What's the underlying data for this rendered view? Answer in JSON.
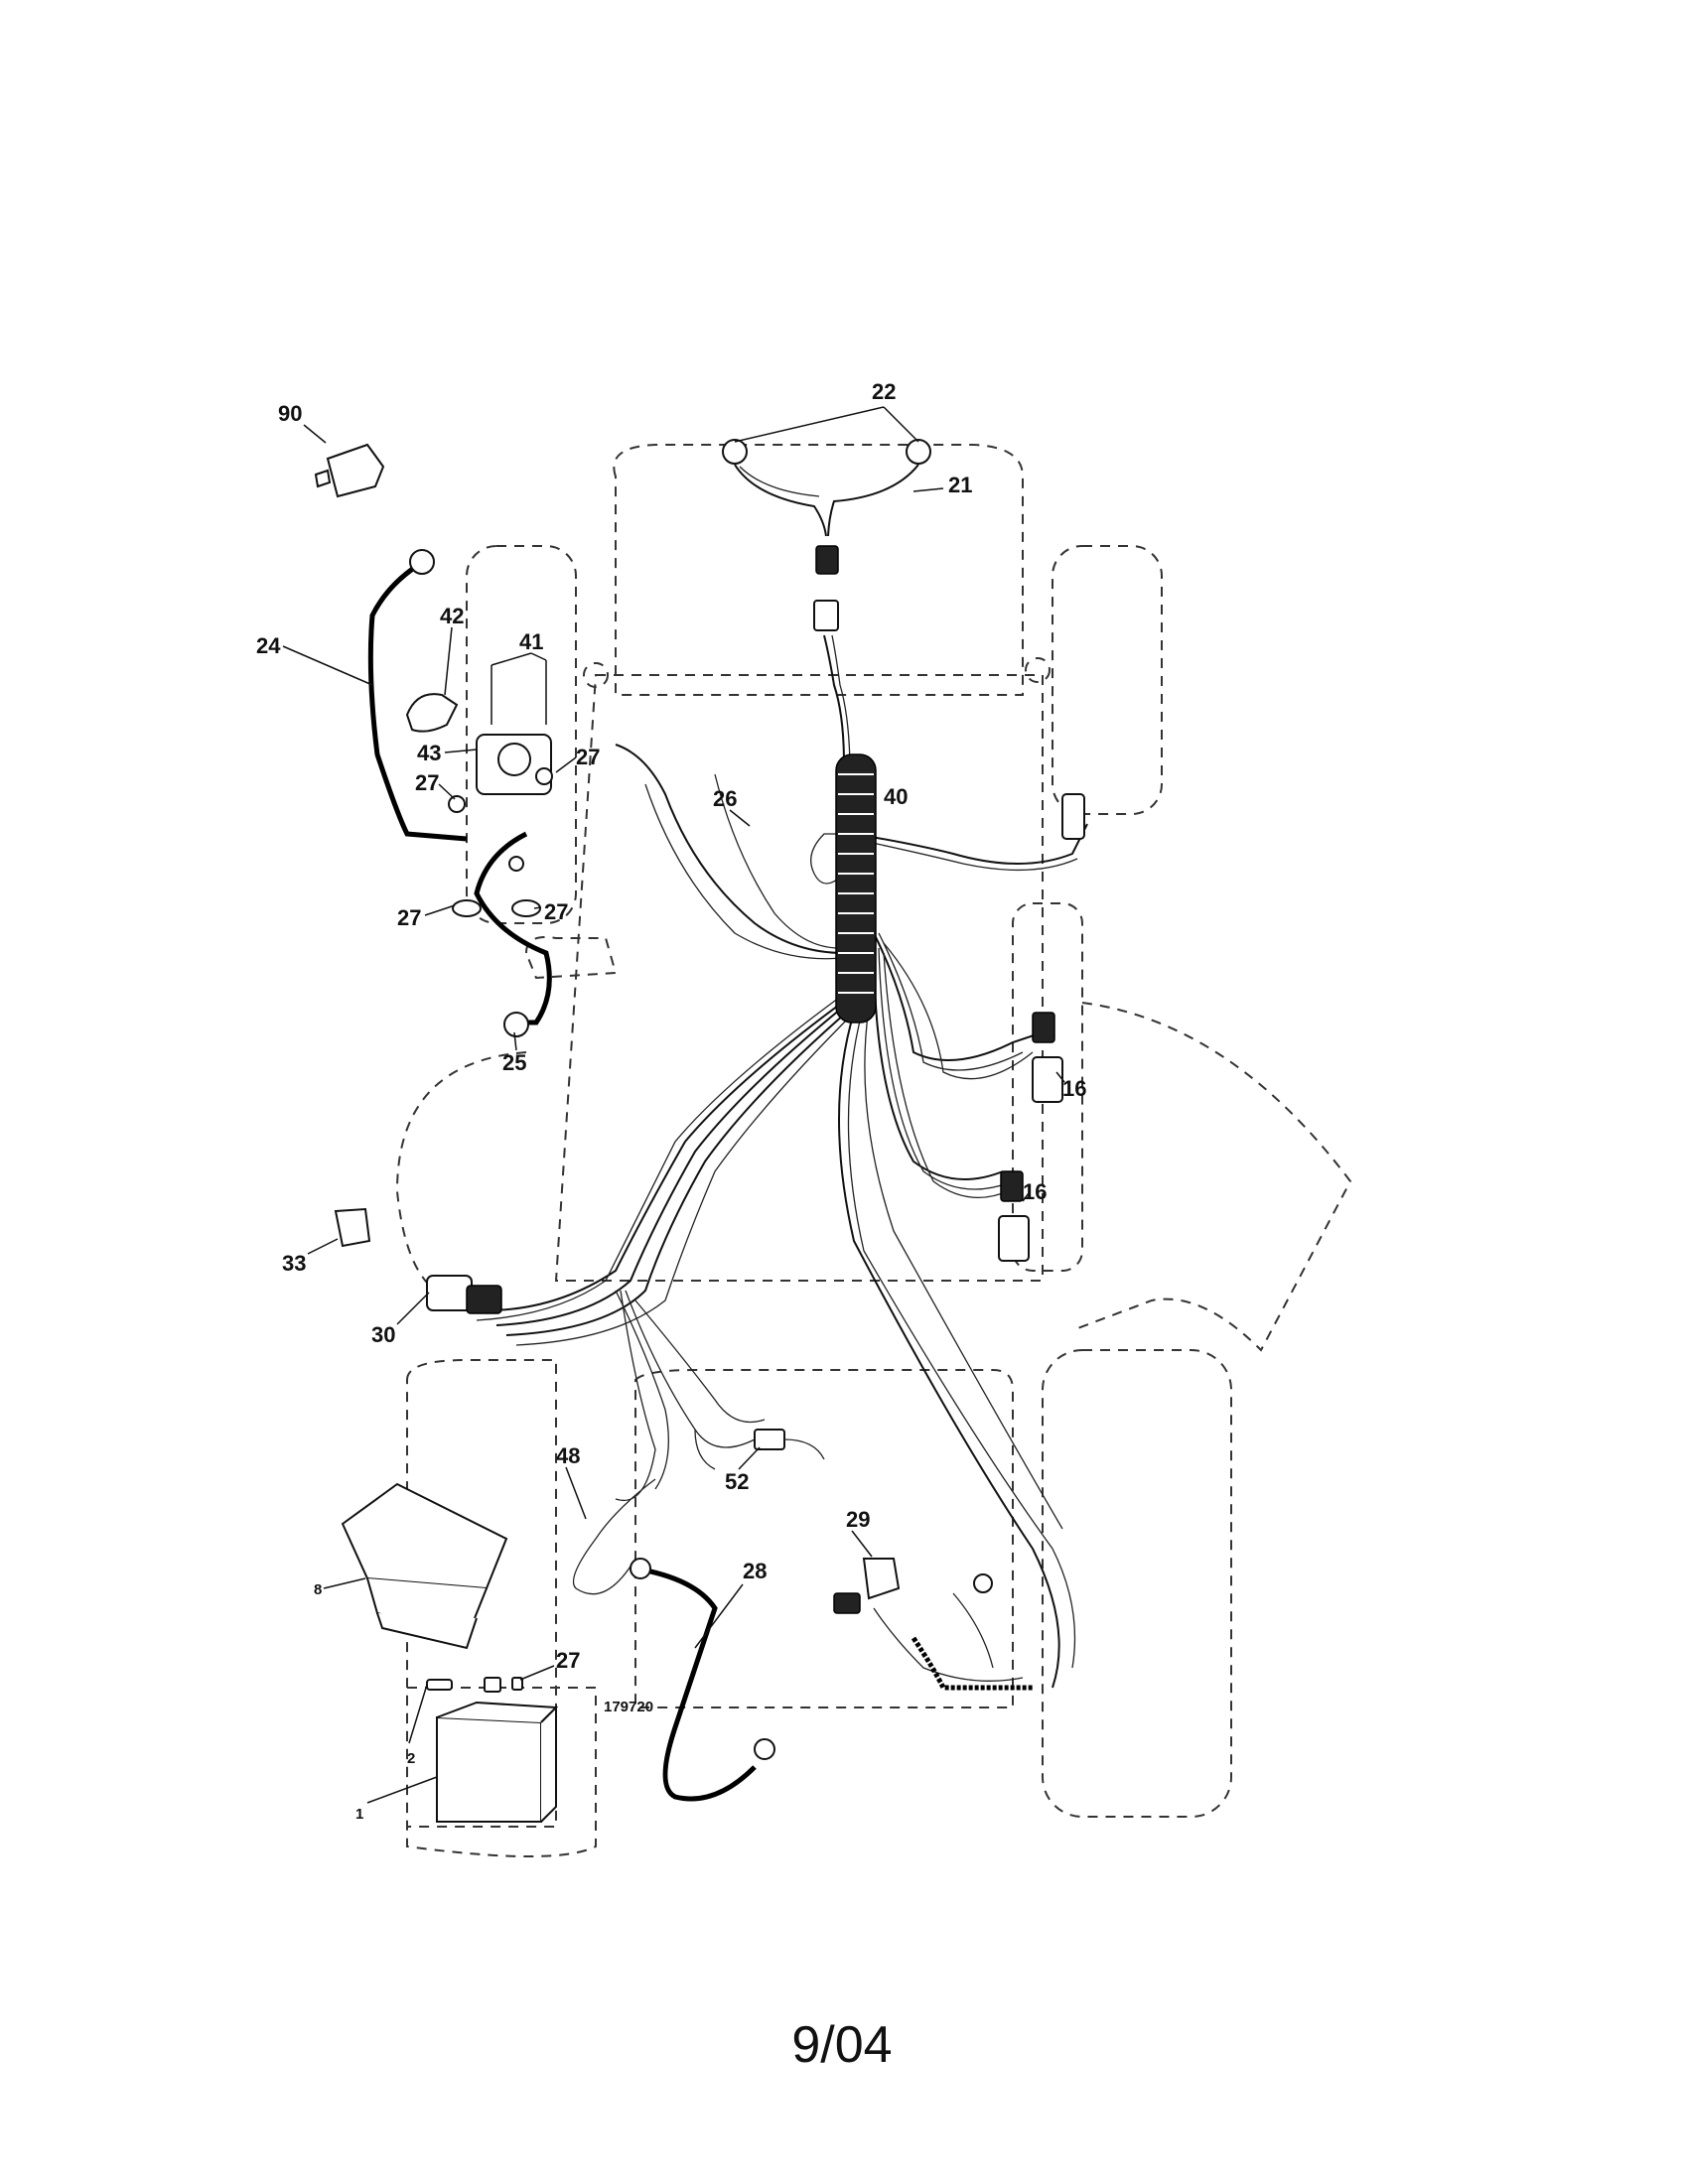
{
  "callouts": {
    "c90": "90",
    "c22": "22",
    "c21": "21",
    "c24": "24",
    "c42": "42",
    "c41": "41",
    "c43": "43",
    "c27a": "27",
    "c27b": "27",
    "c27c": "27",
    "c27d": "27",
    "c27e": "27",
    "c26": "26",
    "c40": "40",
    "c25": "25",
    "c16a": "16",
    "c16b": "16",
    "c33": "33",
    "c30": "30",
    "c48": "48",
    "c52": "52",
    "c29": "29",
    "c28": "28",
    "c8": "8",
    "c2": "2",
    "c1": "1"
  },
  "drawing_number": "179720",
  "footer": "9/04"
}
